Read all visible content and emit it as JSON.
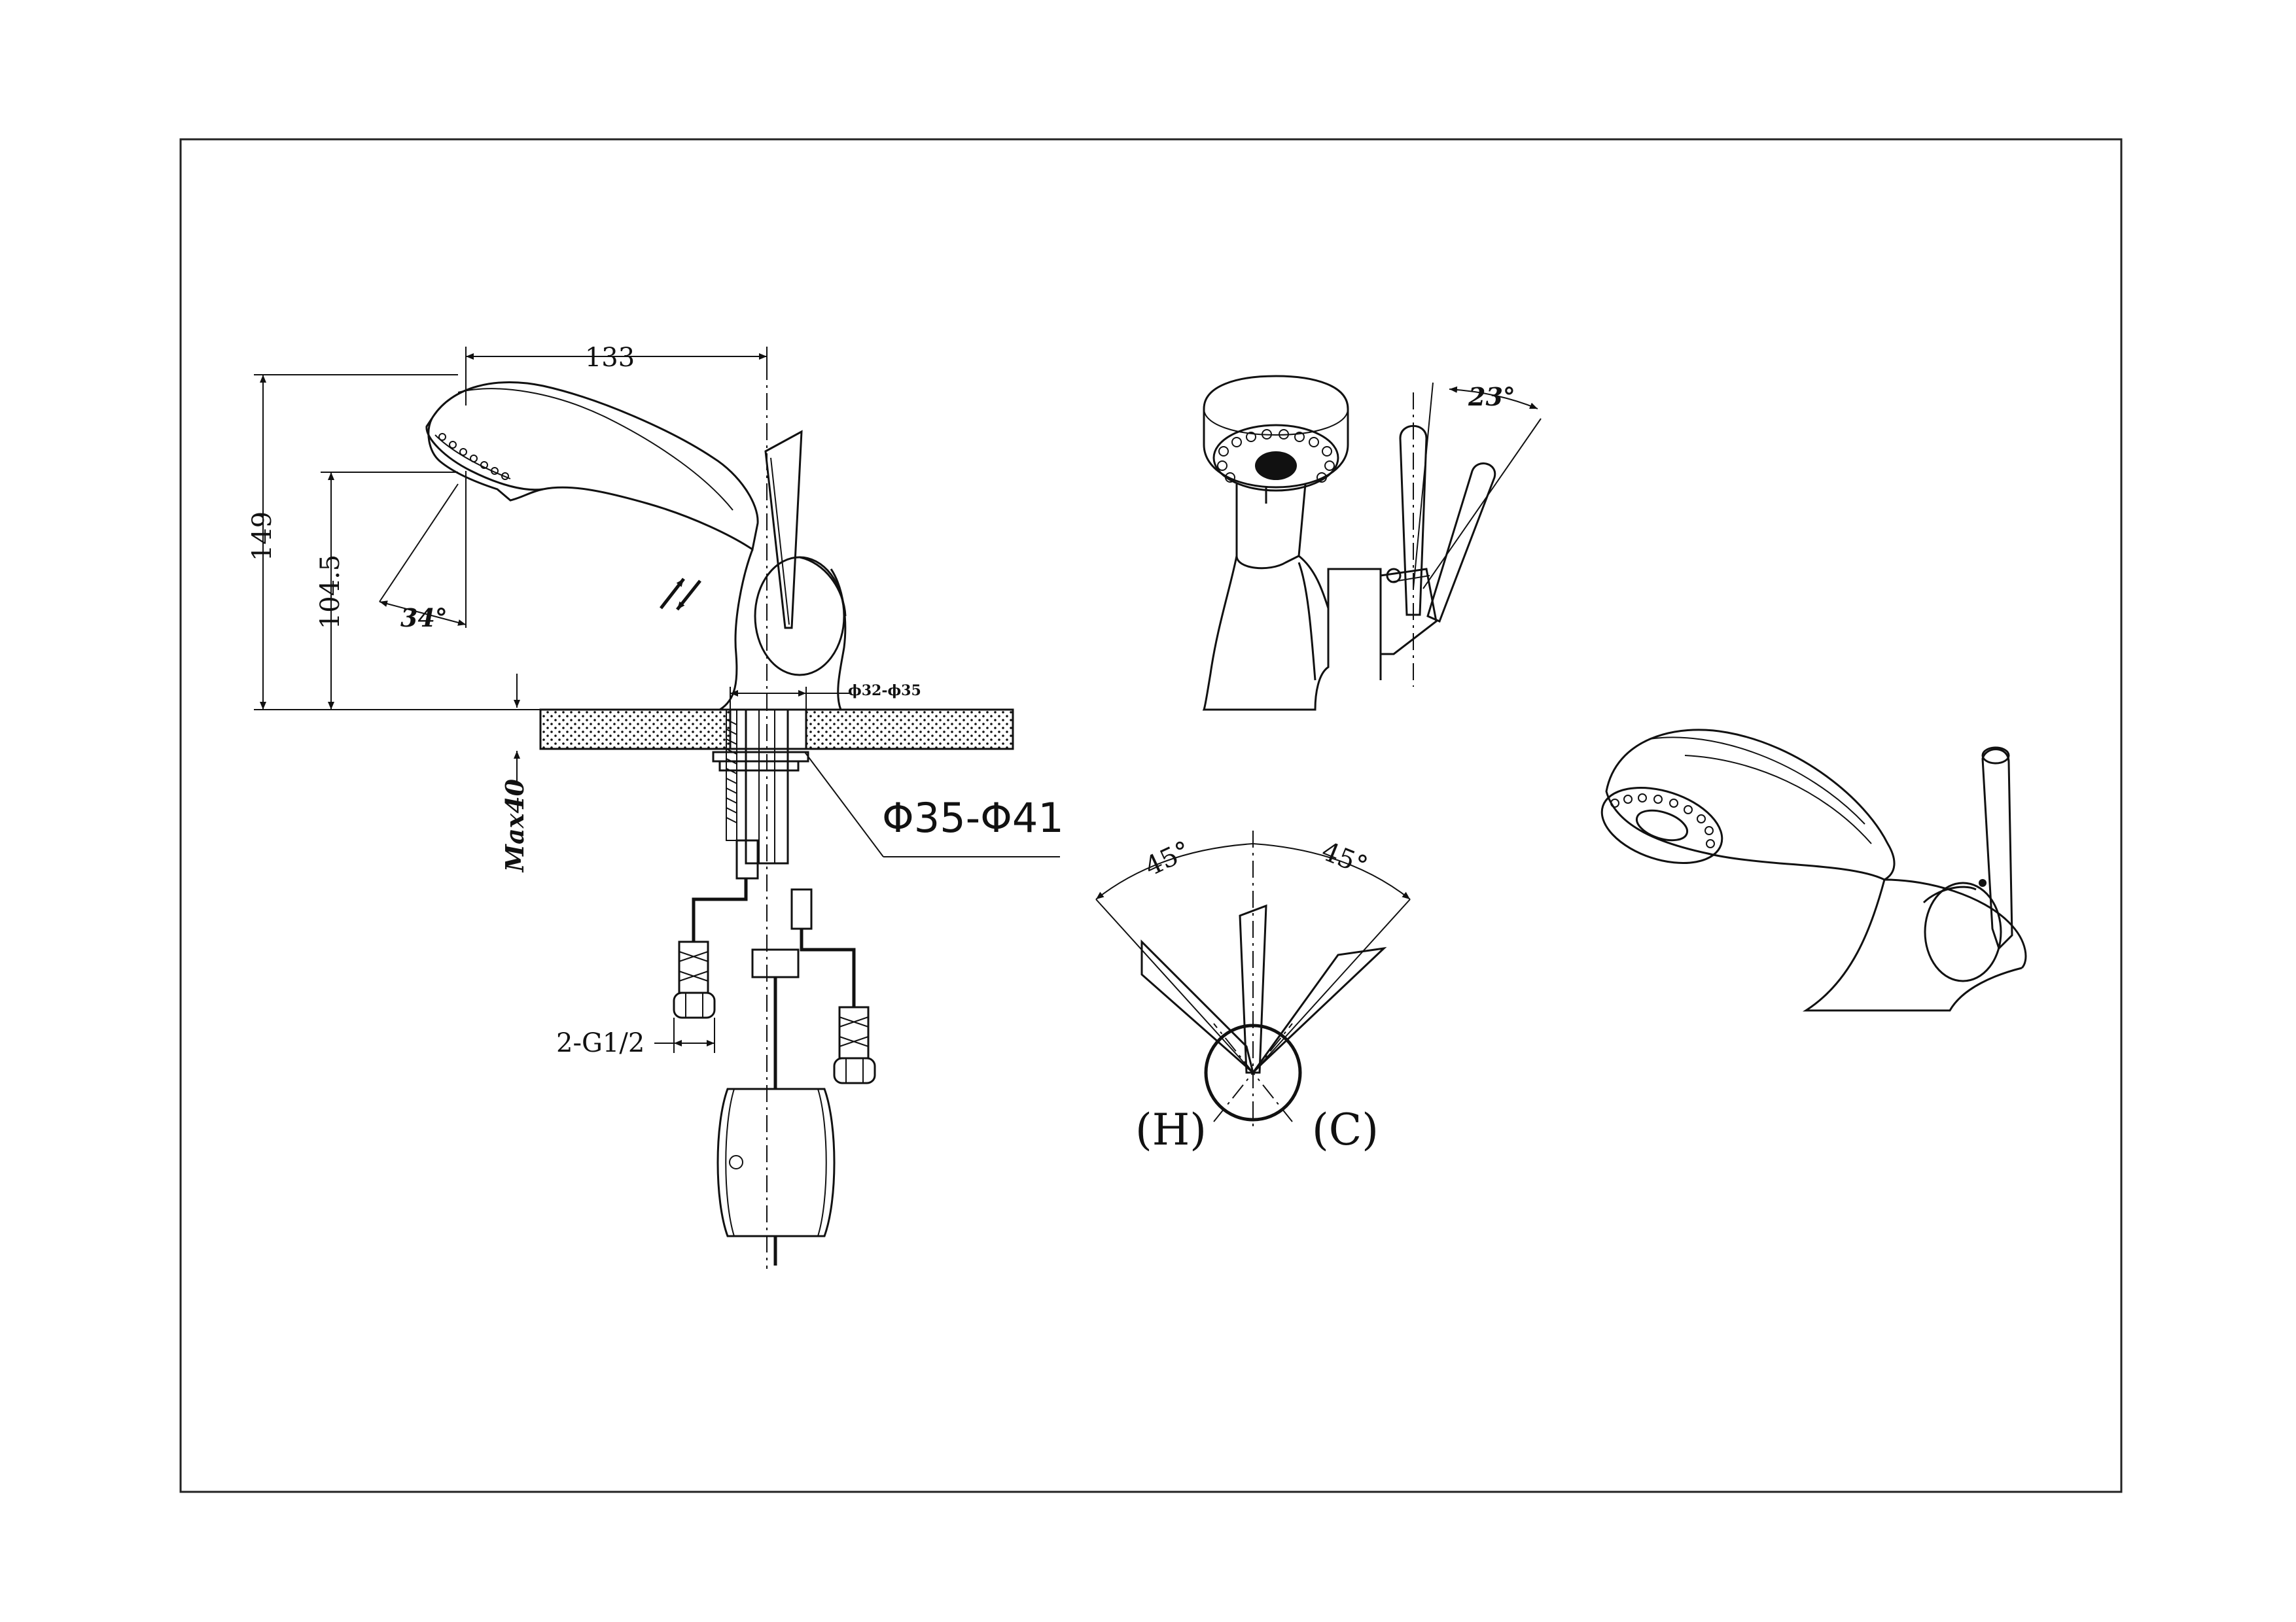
{
  "dimensions": {
    "spout_reach": "133",
    "overall_height": "149",
    "outlet_height": "104.5",
    "spray_angle": "34°",
    "handle_tilt_angle": "23°",
    "deck_thickness_max": "Max40",
    "hole_size_small": "ϕ32-ϕ35",
    "hole_size": "Φ35-Φ41",
    "connection": "2-G1/2",
    "handle_rotation_left": "45°",
    "handle_rotation_right": "45°"
  },
  "labels": {
    "hot": "(H)",
    "cold": "(C)"
  }
}
